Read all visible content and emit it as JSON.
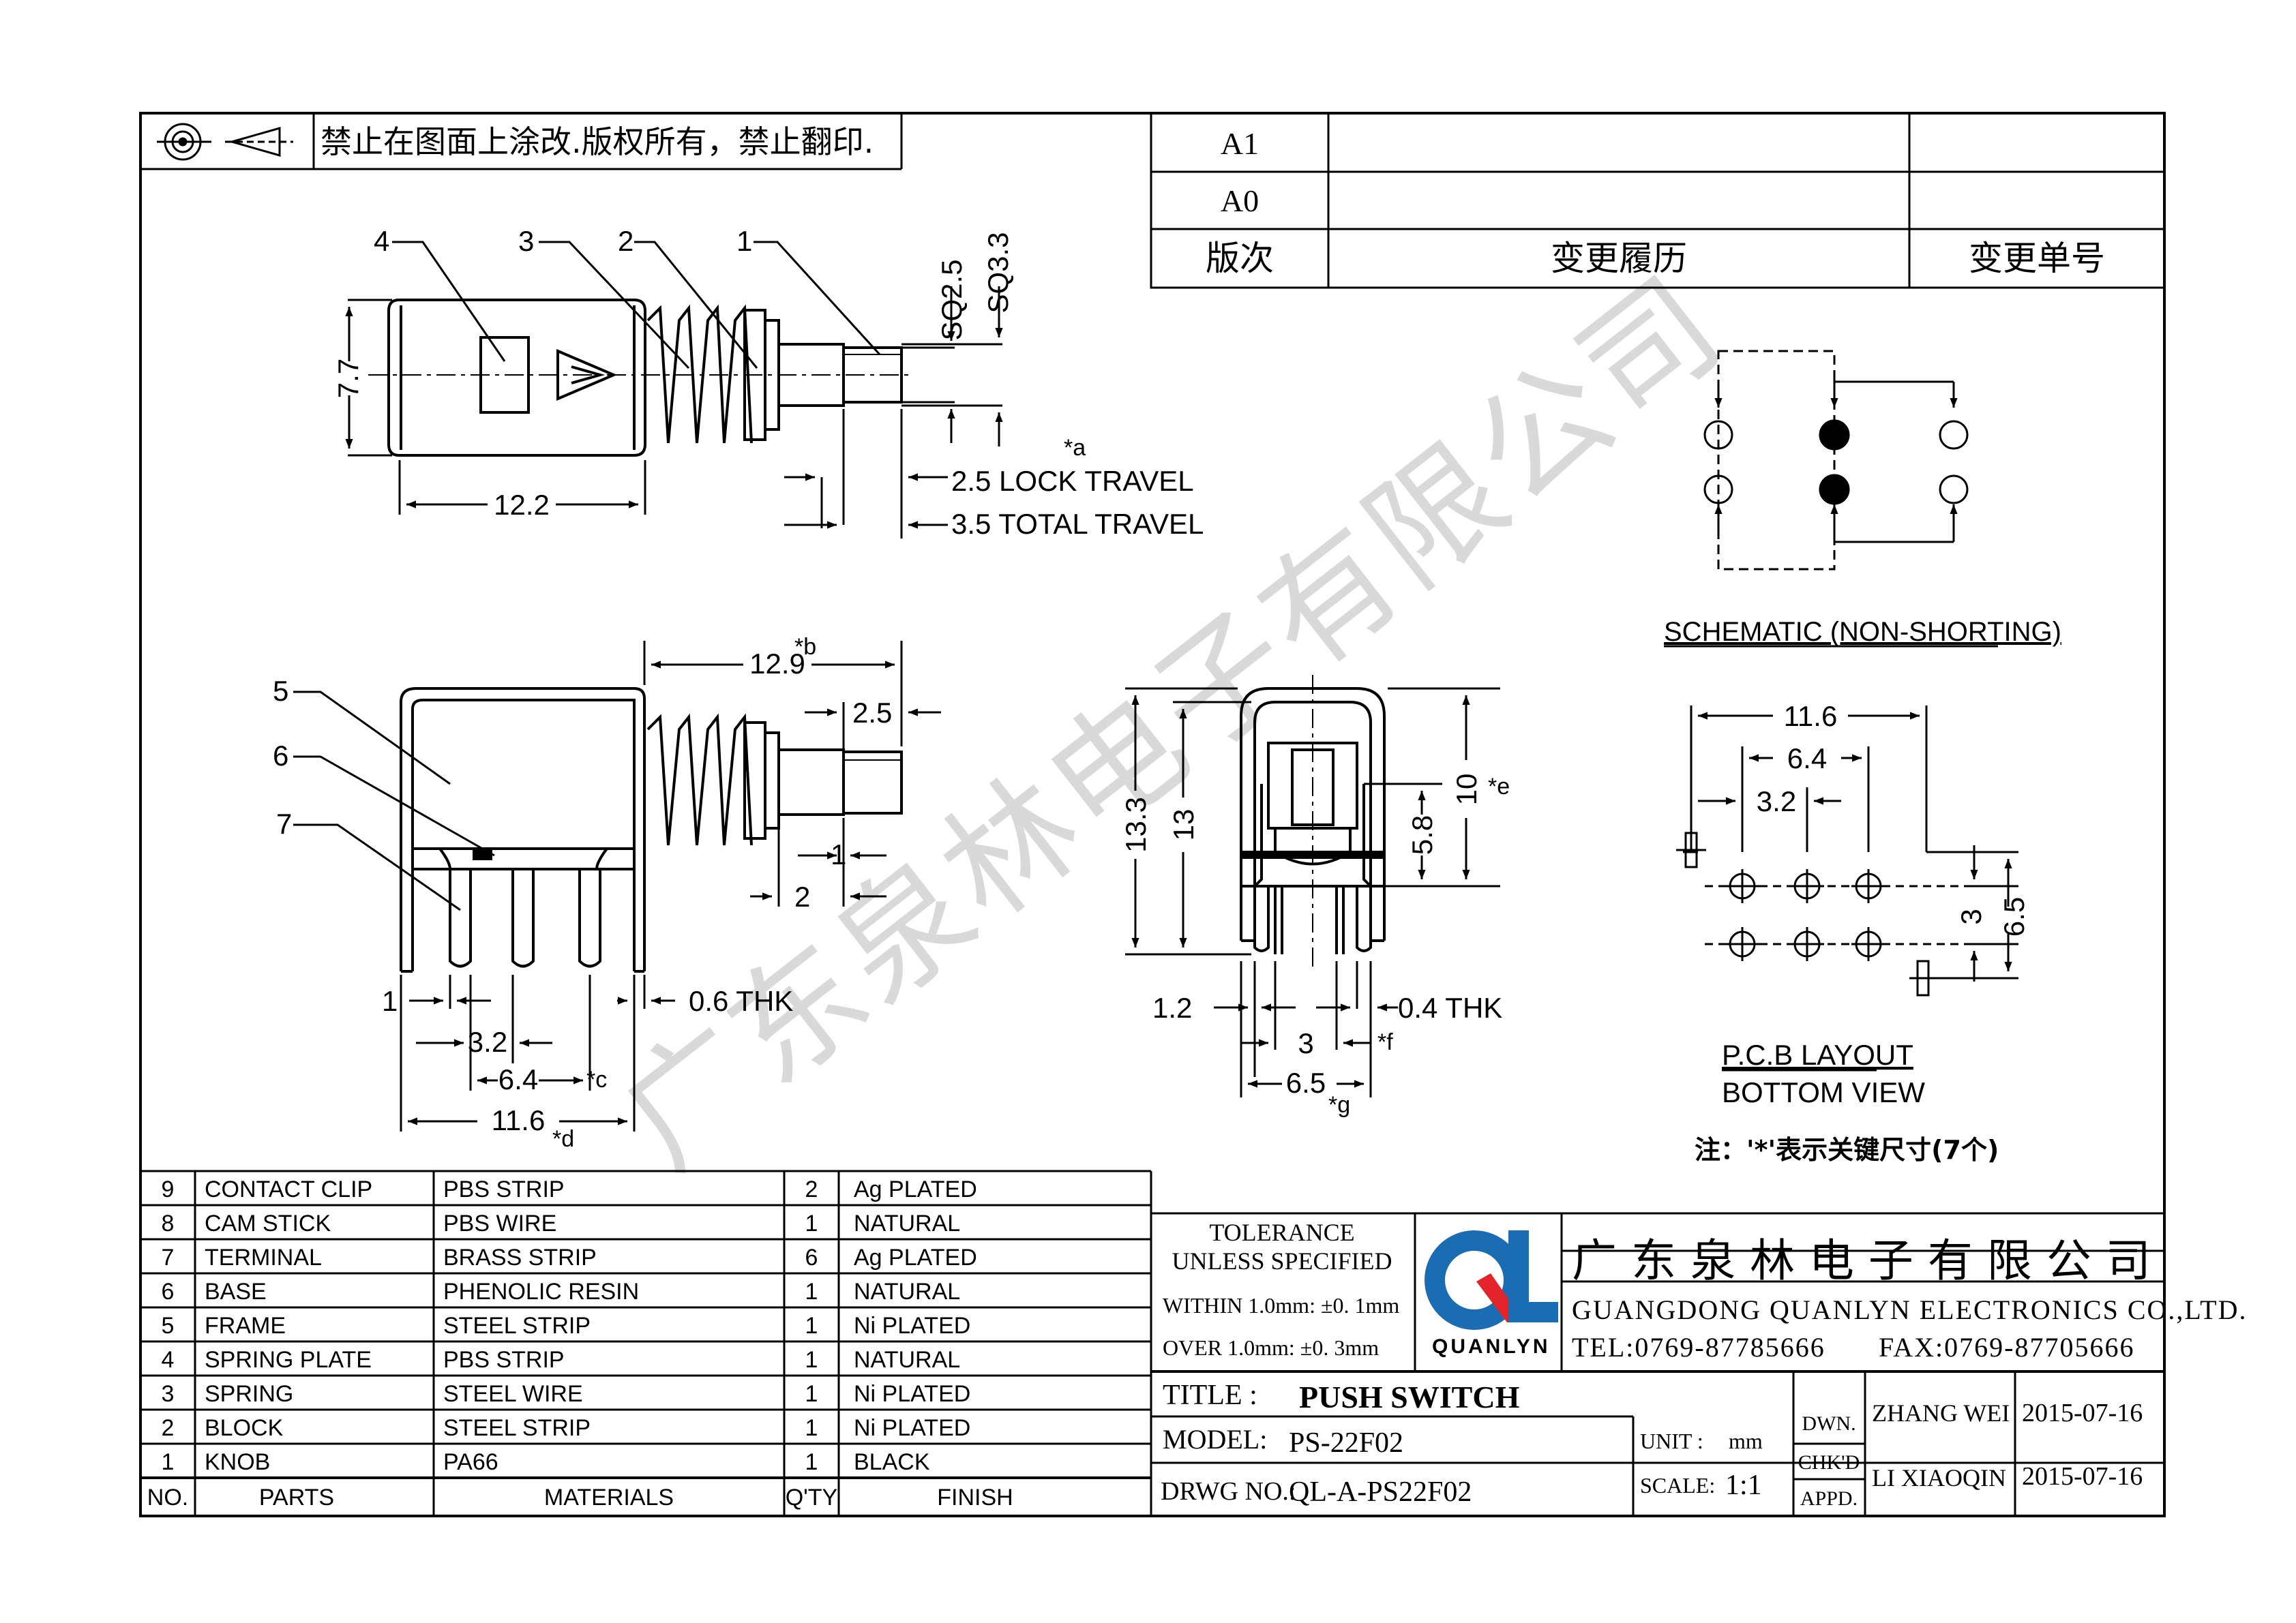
{
  "header": {
    "notice": "禁止在图面上涂改.版权所有，禁止翻印.",
    "projection_icon": "first-angle-projection-icon"
  },
  "revision_table": {
    "rows": [
      {
        "rev": "A1",
        "history": "",
        "change_no": ""
      },
      {
        "rev": "A0",
        "history": "",
        "change_no": ""
      },
      {
        "rev": "版次",
        "history": "变更履历",
        "change_no": "变更单号"
      }
    ]
  },
  "top_view": {
    "callouts": [
      "4",
      "3",
      "2",
      "1"
    ],
    "dim_sq1": "SQ2.5",
    "dim_sq2": "SQ3.3",
    "dim_height": "7.7",
    "dim_length": "12.2",
    "lock_note_mark": "*a",
    "lock_travel": "2.5  LOCK  TRAVEL",
    "total_travel": "3.5  TOTAL  TRAVEL"
  },
  "side_view": {
    "callouts": [
      "5",
      "6",
      "7"
    ],
    "dim_overall": "12.9",
    "dim_overall_mark": "*b",
    "dim_knob": "2.5",
    "dim_gap1": "1",
    "dim_gap2": "2",
    "dim_pin_left": "1",
    "dim_thk": "0.6  THK",
    "dim_pitch1": "3.2",
    "dim_pitch2": "6.4",
    "dim_pitch2_mark": "*c",
    "dim_width": "11.6",
    "dim_width_mark": "*d"
  },
  "front_view": {
    "dim_h1": "13.3",
    "dim_h2": "13",
    "dim_h3": "5.8",
    "dim_h4": "10",
    "dim_h4_mark": "*e",
    "dim_pin": "1.2",
    "dim_thk": "0.4  THK",
    "dim_pitch": "3",
    "dim_pitch_mark": "*f",
    "dim_width": "6.5",
    "dim_width_mark": "*g"
  },
  "schematic": {
    "label": "SCHEMATIC (NON-SHORTING)"
  },
  "pcb_layout": {
    "dim_w": "11.6",
    "dim_p2": "6.4",
    "dim_p1": "3.2",
    "dim_v1": "3",
    "dim_v2": "6.5",
    "label1": "P.C.B LAYOUT",
    "label2": "BOTTOM  VIEW",
    "note": "注：'*'表示关键尺寸(7个)"
  },
  "watermark": "广东泉林电子有限公司",
  "bom": {
    "headers": {
      "no": "NO.",
      "parts": "PARTS",
      "materials": "MATERIALS",
      "qty": "Q'TY",
      "finish": "FINISH"
    },
    "rows": [
      {
        "no": "9",
        "part": "CONTACT  CLIP",
        "material": "PBS  STRIP",
        "qty": "2",
        "finish": "Ag  PLATED"
      },
      {
        "no": "8",
        "part": "CAM  STICK",
        "material": "PBS  WIRE",
        "qty": "1",
        "finish": "NATURAL"
      },
      {
        "no": "7",
        "part": "TERMINAL",
        "material": "BRASS  STRIP",
        "qty": "6",
        "finish": "Ag  PLATED"
      },
      {
        "no": "6",
        "part": "BASE",
        "material": "PHENOLIC  RESIN",
        "qty": "1",
        "finish": "NATURAL"
      },
      {
        "no": "5",
        "part": "FRAME",
        "material": "STEEL  STRIP",
        "qty": "1",
        "finish": "Ni  PLATED"
      },
      {
        "no": "4",
        "part": "SPRING  PLATE",
        "material": "PBS  STRIP",
        "qty": "1",
        "finish": "NATURAL"
      },
      {
        "no": "3",
        "part": "SPRING",
        "material": "STEEL  WIRE",
        "qty": "1",
        "finish": "Ni  PLATED"
      },
      {
        "no": "2",
        "part": "BLOCK",
        "material": "STEEL  STRIP",
        "qty": "1",
        "finish": "Ni  PLATED"
      },
      {
        "no": "1",
        "part": "KNOB",
        "material": "PA66",
        "qty": "1",
        "finish": "BLACK"
      }
    ]
  },
  "title_block": {
    "tolerance1": "TOLERANCE",
    "tolerance2": "UNLESS  SPECIFIED",
    "within": "WITHIN 1.0mm: ±0. 1mm",
    "over": "OVER 1.0mm:   ±0. 3mm",
    "logo_text": "QL",
    "logo_brand": "QUANLYN",
    "company_cn": "广 东 泉 林 电 子 有 限 公 司",
    "company_en": "GUANGDONG  QUANLYN  ELECTRONICS  CO.,LTD.",
    "tel": "TEL:0769-87785666",
    "fax": "FAX:0769-87705666",
    "title_label": "TITLE :",
    "title_value": "PUSH  SWITCH",
    "model_label": "MODEL:",
    "model_value": "PS-22F02",
    "drwg_label": "DRWG NO.:",
    "drwg_value": "QL-A-PS22F02",
    "unit_label": "UNIT :",
    "unit_value": "mm",
    "scale_label": "SCALE:",
    "scale_value": "1:1",
    "dwn_label": "DWN.",
    "chkd_label": "CHK'D",
    "appd_label": "APPD.",
    "dwn_name": "ZHANG  WEI",
    "dwn_date": "2015-07-16",
    "chkd_name": "LI  XIAOQIN",
    "chkd_date": "2015-07-16"
  },
  "colors": {
    "line": "#000000",
    "logo_blue": "#1b6db3",
    "logo_red": "#e3242b",
    "watermark": "#d9d9d9"
  }
}
